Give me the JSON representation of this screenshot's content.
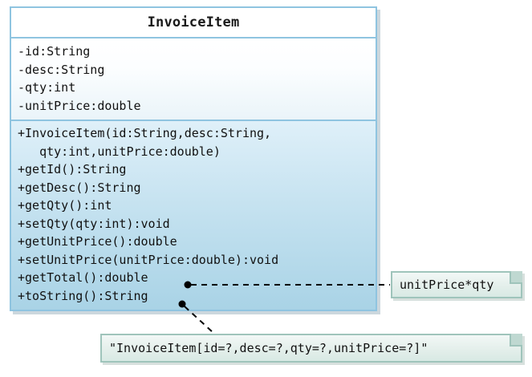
{
  "diagram": {
    "type": "uml-class-diagram",
    "colors": {
      "class_border": "#8fc4e0",
      "class_title_bg": "#ffffff",
      "attrs_bg_top": "#ffffff",
      "attrs_bg_bottom": "#eaf4f9",
      "methods_bg_top": "#dff0f9",
      "methods_bg_bottom": "#a9d3e6",
      "note_border": "#9fc4bb",
      "note_bg": "#e4efeb",
      "connector": "#000000",
      "page_bg": "#ffffff"
    }
  },
  "class_box": {
    "name": "InvoiceItem",
    "attributes": [
      "-id:String",
      "-desc:String",
      "-qty:int",
      "-unitPrice:double"
    ],
    "methods": [
      "+InvoiceItem(id:String,desc:String,",
      "   qty:int,unitPrice:double)",
      "+getId():String",
      "+getDesc():String",
      "+getQty():int",
      "+setQty(qty:int):void",
      "+getUnitPrice():double",
      "+setUnitPrice(unitPrice:double):void",
      "+getTotal():double",
      "+toString():String"
    ]
  },
  "notes": [
    {
      "id": "note-total",
      "text": "unitPrice*qty",
      "anchor_method": "+getTotal():double",
      "connector": "dashed-horizontal"
    },
    {
      "id": "note-tostring",
      "text": "\"InvoiceItem[id=?,desc=?,qty=?,unitPrice=?]\"",
      "anchor_method": "+toString():String",
      "connector": "dashed-diagonal"
    }
  ]
}
